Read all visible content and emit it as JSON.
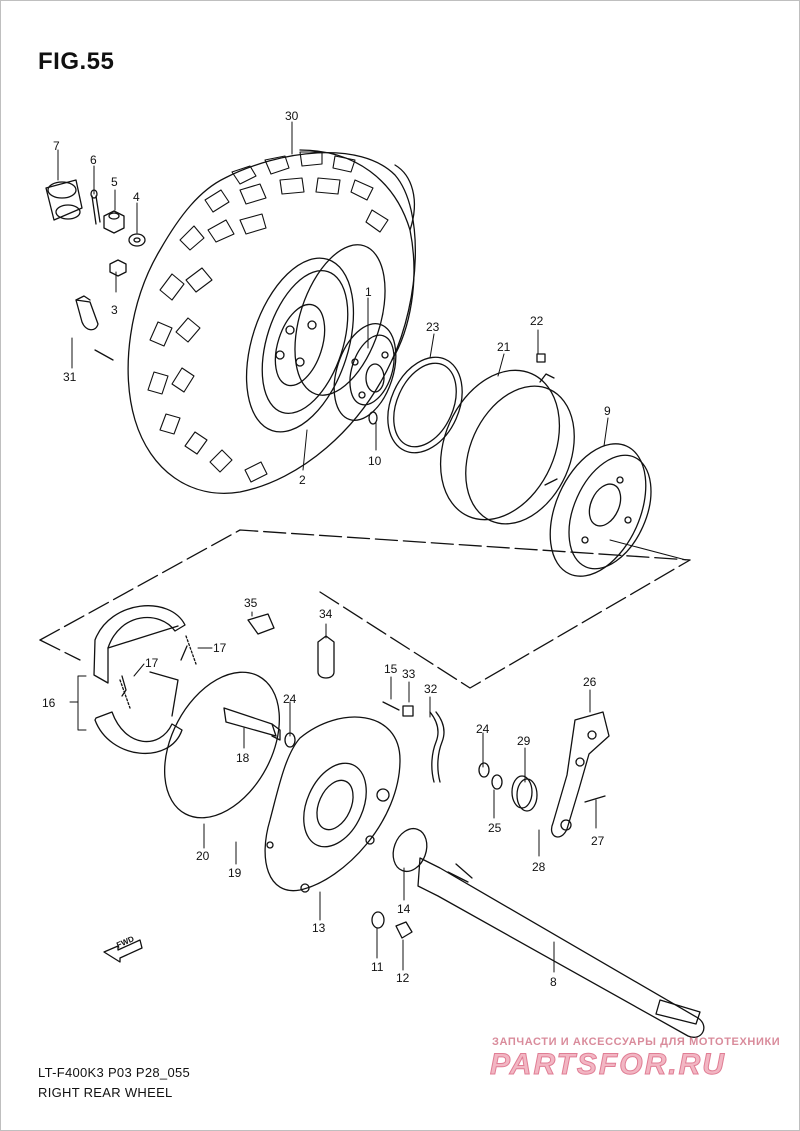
{
  "figure": {
    "title": "FIG.55",
    "model_code": "LT-F400K3 P03 P28_055",
    "subtitle": "RIGHT REAR WHEEL"
  },
  "watermark": {
    "tagline": "ЗАПЧАСТИ И АКСЕССУАРЫ ДЛЯ МОТОТЕХНИКИ",
    "brand": "PARTSFOR.RU"
  },
  "fwd_label": "FWD",
  "callouts": [
    "30",
    "7",
    "6",
    "5",
    "4",
    "3",
    "31",
    "1",
    "23",
    "22",
    "21",
    "10",
    "2",
    "9",
    "35",
    "34",
    "17",
    "17",
    "16",
    "15",
    "33",
    "32",
    "24",
    "18",
    "26",
    "24",
    "29",
    "20",
    "25",
    "27",
    "19",
    "28",
    "14",
    "13",
    "11",
    "12",
    "8"
  ]
}
